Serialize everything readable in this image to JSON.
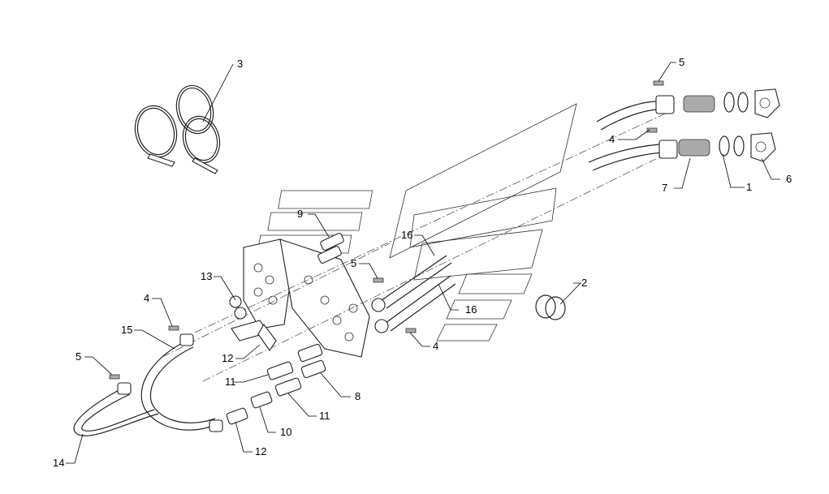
{
  "diagram": {
    "callouts": [
      {
        "id": "c1",
        "text": "1"
      },
      {
        "id": "c2",
        "text": "2"
      },
      {
        "id": "c3",
        "text": "3"
      },
      {
        "id": "c4a",
        "text": "4"
      },
      {
        "id": "c4b",
        "text": "4"
      },
      {
        "id": "c4c",
        "text": "4"
      },
      {
        "id": "c5a",
        "text": "5"
      },
      {
        "id": "c5b",
        "text": "5"
      },
      {
        "id": "c5c",
        "text": "5"
      },
      {
        "id": "c6",
        "text": "6"
      },
      {
        "id": "c7",
        "text": "7"
      },
      {
        "id": "c8",
        "text": "8"
      },
      {
        "id": "c9",
        "text": "9"
      },
      {
        "id": "c10",
        "text": "10"
      },
      {
        "id": "c11a",
        "text": "11"
      },
      {
        "id": "c11b",
        "text": "11"
      },
      {
        "id": "c12a",
        "text": "12"
      },
      {
        "id": "c12b",
        "text": "12"
      },
      {
        "id": "c13",
        "text": "13"
      },
      {
        "id": "c14",
        "text": "14"
      },
      {
        "id": "c15",
        "text": "15"
      },
      {
        "id": "c16a",
        "text": "16"
      },
      {
        "id": "c16b",
        "text": "16"
      }
    ]
  }
}
